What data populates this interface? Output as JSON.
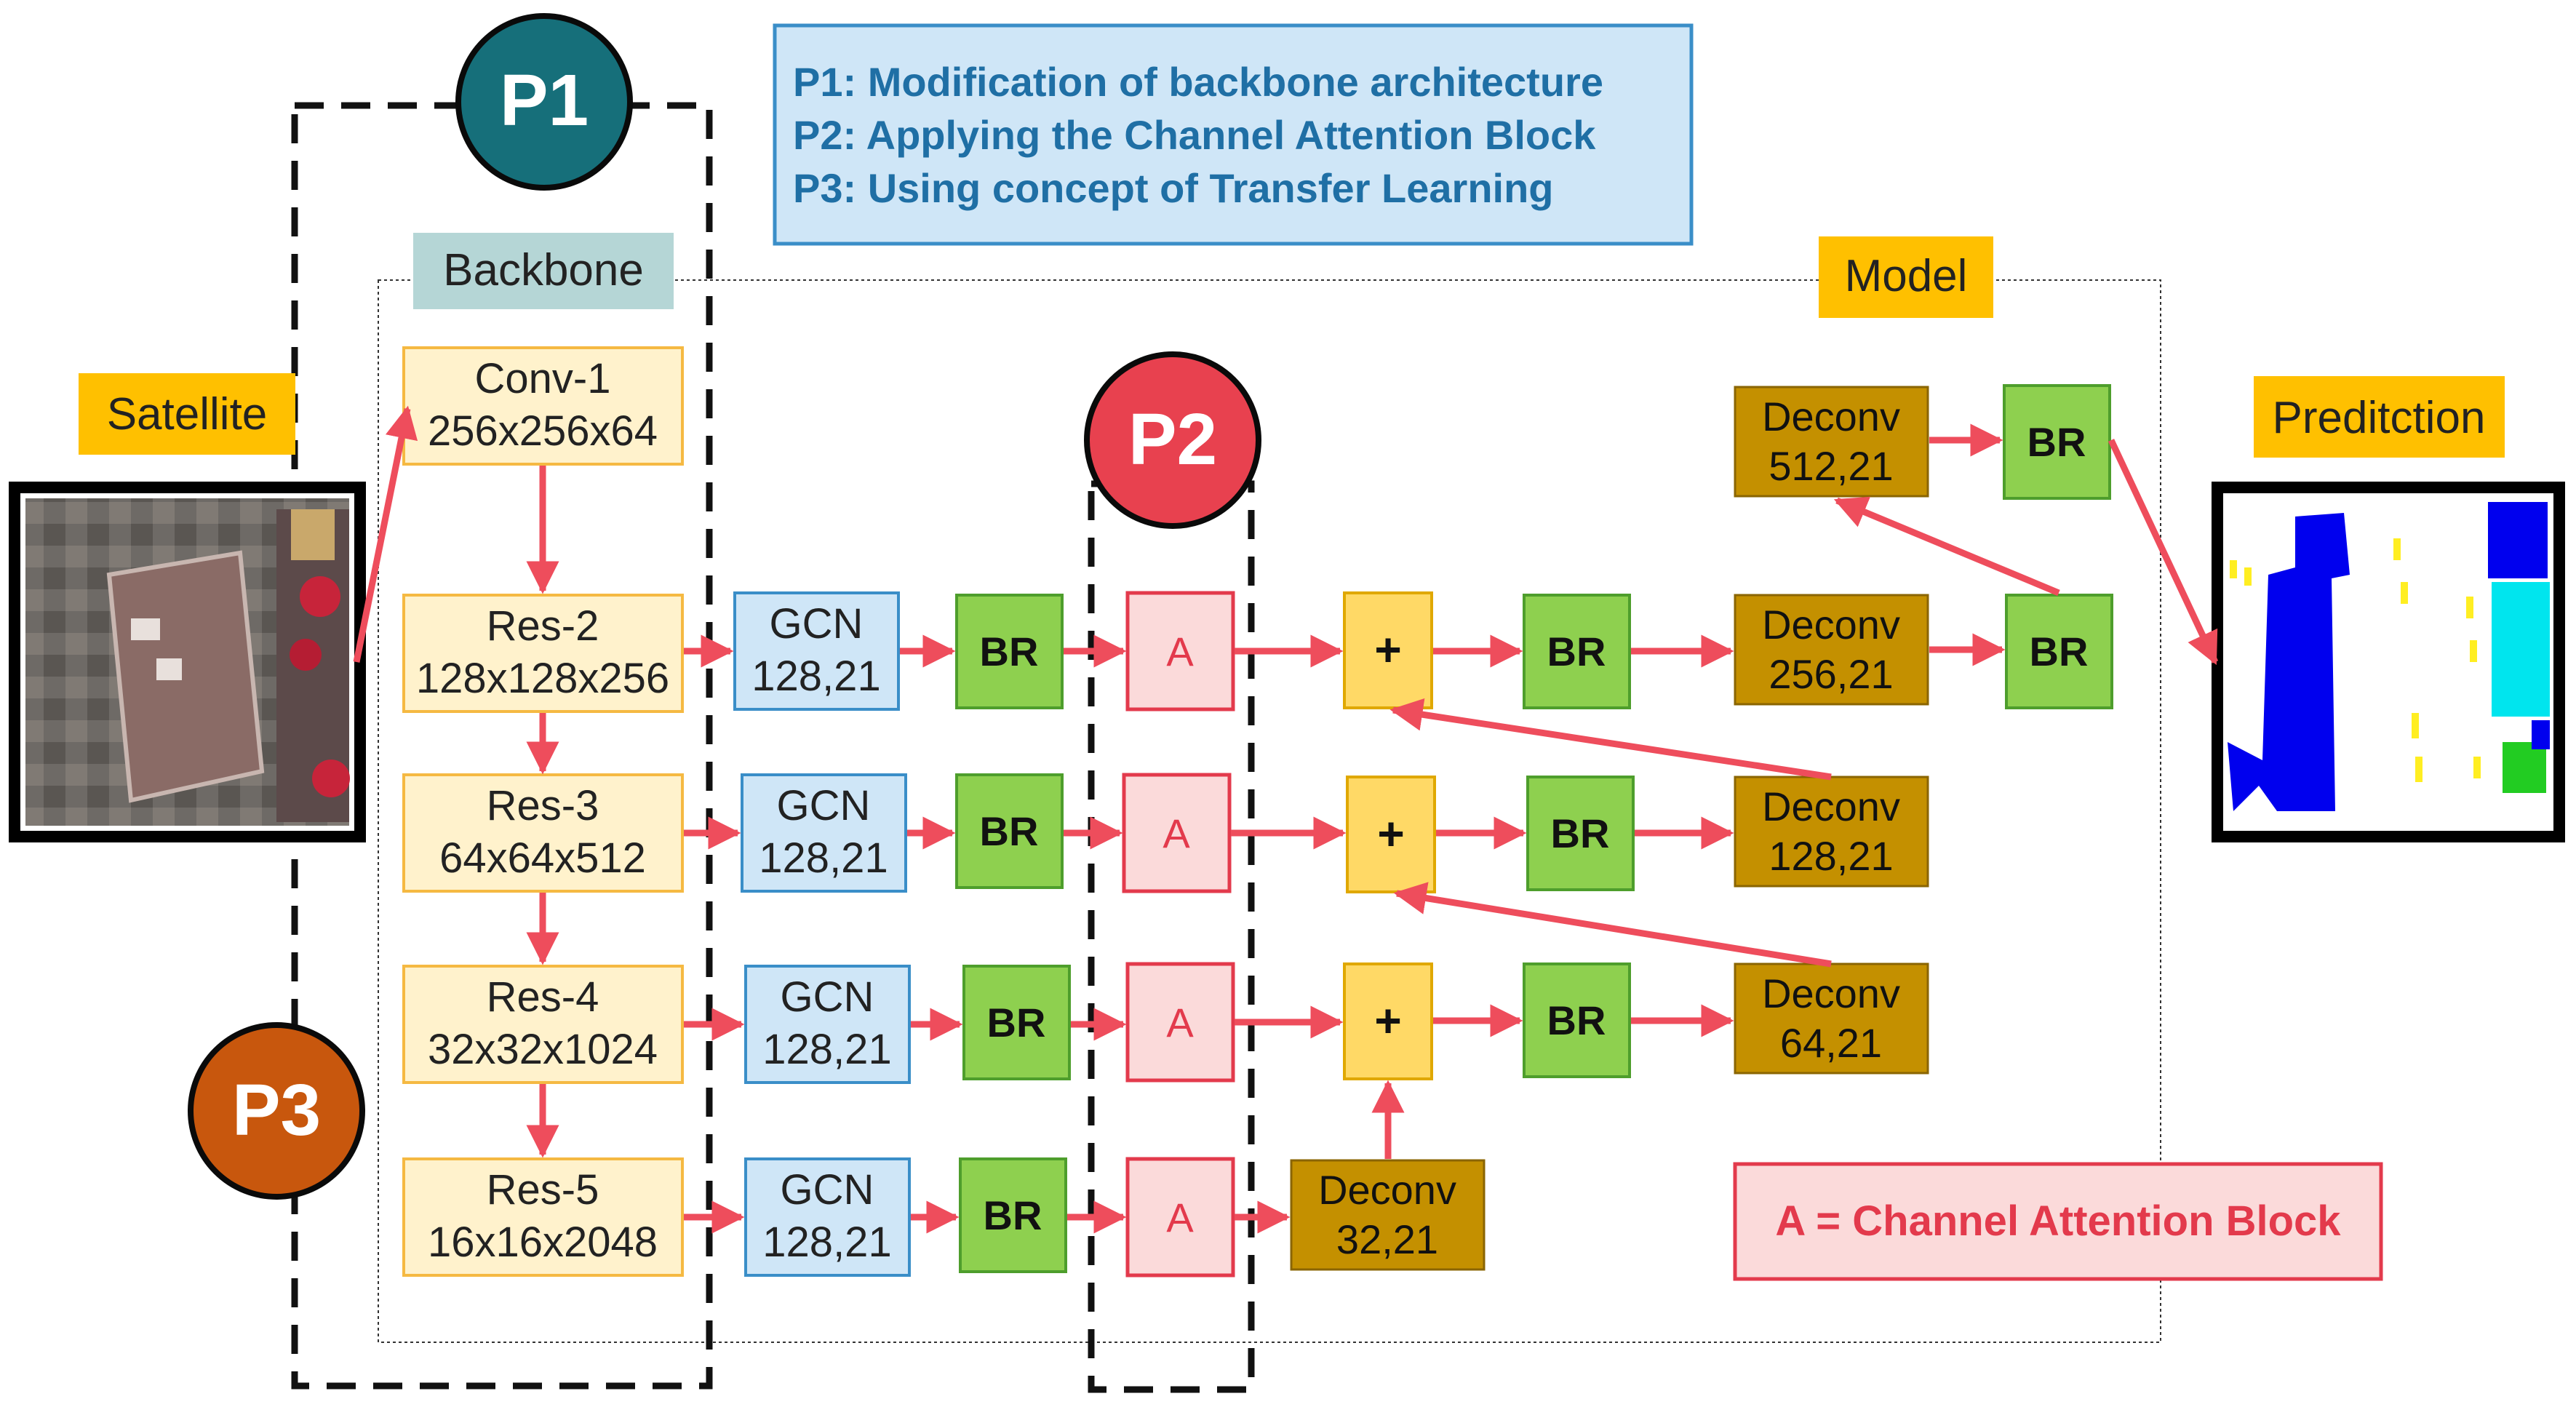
{
  "legend": {
    "p1": "P1: Modification of backbone architecture",
    "p2": "P2: Applying the Channel Attention Block",
    "p3": "P3: Using concept of Transfer Learning"
  },
  "labels": {
    "backbone": "Backbone",
    "model": "Model",
    "satellite": "Satellite",
    "prediction": "Preditction"
  },
  "badges": {
    "p1": "P1",
    "p2": "P2",
    "p3": "P3"
  },
  "backbone_blocks": [
    {
      "name": "Conv-1",
      "dims": "256x256x64"
    },
    {
      "name": "Res-2",
      "dims": "128x128x256"
    },
    {
      "name": "Res-3",
      "dims": "64x64x512"
    },
    {
      "name": "Res-4",
      "dims": "32x32x1024"
    },
    {
      "name": "Res-5",
      "dims": "16x16x2048"
    }
  ],
  "gcn": {
    "name": "GCN",
    "dims": "128,21"
  },
  "br": "BR",
  "attention": "A",
  "plus": "+",
  "deconv": [
    {
      "name": "Deconv",
      "dims": "32,21"
    },
    {
      "name": "Deconv",
      "dims": "64,21"
    },
    {
      "name": "Deconv",
      "dims": "128,21"
    },
    {
      "name": "Deconv",
      "dims": "256,21"
    },
    {
      "name": "Deconv",
      "dims": "512,21"
    }
  ],
  "attention_legend": "A = Channel Attention Block",
  "colors": {
    "arrow": "#ee4d5c",
    "backbone_fill": "#fff2cc",
    "backbone_stroke": "#f5b942",
    "gcn_fill": "#cfe6f7",
    "gcn_stroke": "#3a8ec8",
    "br_fill": "#8ed04f",
    "br_stroke": "#4e9e2c",
    "attention_fill": "#fbdada",
    "attention_stroke": "#e33a4c",
    "plus_fill": "#ffd966",
    "deconv_fill": "#c49000",
    "label_bg": "#ffc000",
    "backbone_label_bg": "#b5d6d6",
    "legend_fill": "#cfe6f7",
    "legend_text": "#1f6fa5",
    "p1": "#166f7a",
    "p2": "#e8414f",
    "p3": "#c8570d"
  }
}
